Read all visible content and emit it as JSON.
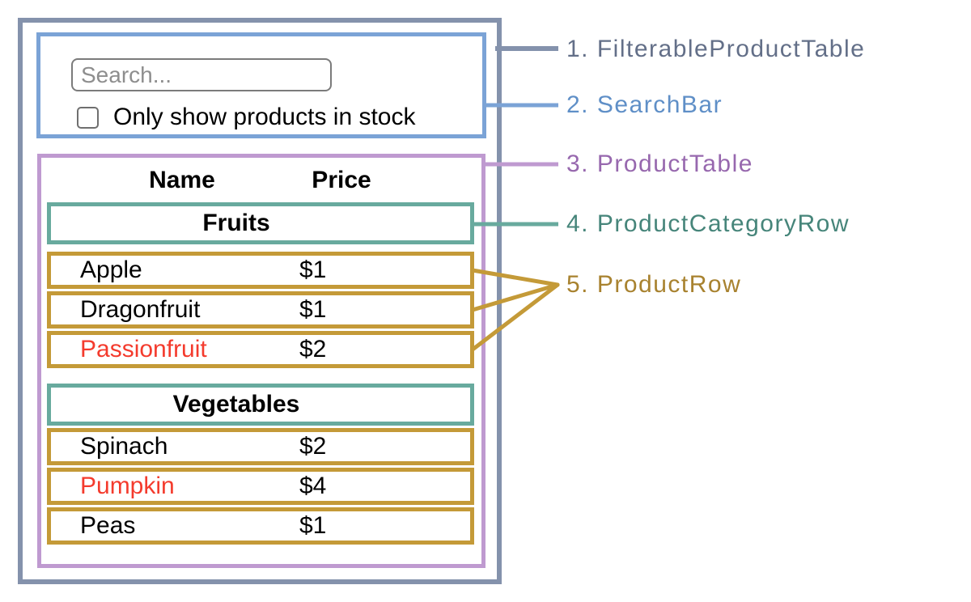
{
  "diagram": {
    "search_bar": {
      "placeholder": "Search...",
      "checkbox_label": "Only show products in stock"
    },
    "table": {
      "headers": {
        "name": "Name",
        "price": "Price"
      },
      "sections": [
        {
          "category": "Fruits",
          "rows": [
            {
              "name": "Apple",
              "price": "$1",
              "highlight": false
            },
            {
              "name": "Dragonfruit",
              "price": "$1",
              "highlight": false
            },
            {
              "name": "Passionfruit",
              "price": "$2",
              "highlight": true
            }
          ]
        },
        {
          "category": "Vegetables",
          "rows": [
            {
              "name": "Spinach",
              "price": "$2",
              "highlight": false
            },
            {
              "name": "Pumpkin",
              "price": "$4",
              "highlight": true
            },
            {
              "name": "Peas",
              "price": "$1",
              "highlight": false
            }
          ]
        }
      ]
    }
  },
  "legend": [
    {
      "text": "1. FilterableProductTable",
      "color": "#636f88"
    },
    {
      "text": "2. SearchBar",
      "color": "#5f8fc7"
    },
    {
      "text": "3. ProductTable",
      "color": "#9768ae"
    },
    {
      "text": "4. ProductCategoryRow",
      "color": "#46857a"
    },
    {
      "text": "5. ProductRow",
      "color": "#a8822f"
    }
  ],
  "colors": {
    "filterable_product_table_border": "#8492ac",
    "search_bar_border": "#7ba3d6",
    "product_table_border": "#bf9ad0",
    "product_category_row_border": "#68aa9e",
    "product_row_border": "#c49a38",
    "out_of_stock_text": "#f43b2d"
  }
}
